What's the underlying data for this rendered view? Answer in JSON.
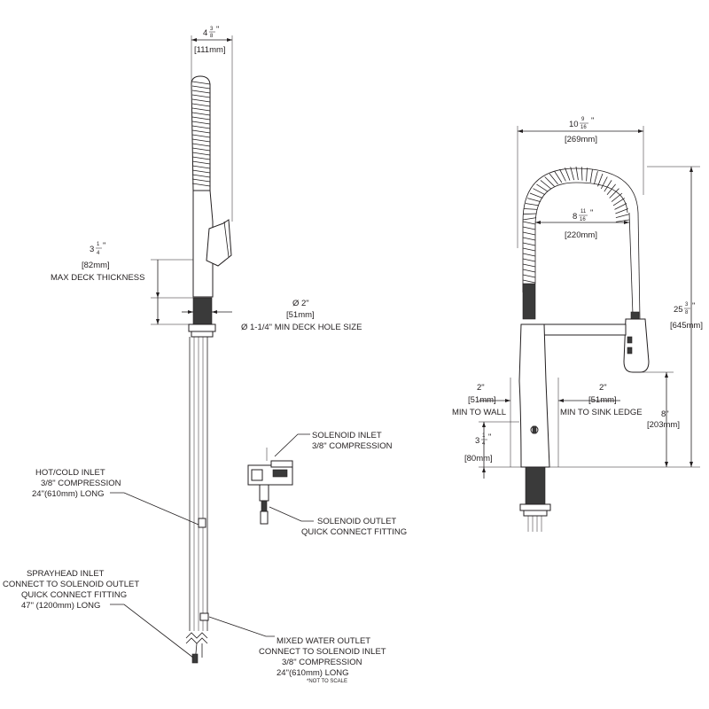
{
  "side_view": {
    "top_width_in": {
      "whole": "4",
      "num": "3",
      "den": "8",
      "quote": "\""
    },
    "top_width_mm": "[111mm]",
    "deck_thickness_in": {
      "whole": "3",
      "num": "1",
      "den": "4",
      "quote": "\""
    },
    "deck_thickness_mm": "[82mm]",
    "deck_thickness_label": "MAX DECK THICKNESS",
    "hole_dia_in": "Ø 2\"",
    "hole_dia_mm": "[51mm]",
    "min_hole_label": "Ø 1-1/4\" MIN DECK HOLE SIZE",
    "hot_cold_inlet": [
      "HOT/COLD INLET",
      "3/8\" COMPRESSION",
      "24\"(610mm) LONG"
    ],
    "sprayhead_inlet": [
      "SPRAYHEAD INLET",
      "CONNECT TO SOLENOID OUTLET",
      "QUICK CONNECT FITTING",
      "47\" (1200mm) LONG"
    ],
    "mixed_water_outlet": [
      "MIXED WATER OUTLET",
      "CONNECT TO SOLENOID INLET",
      "3/8\" COMPRESSION",
      "24\"(610mm) LONG"
    ],
    "not_to_scale": "*NOT TO SCALE"
  },
  "solenoid": {
    "inlet": [
      "SOLENOID INLET",
      "3/8\" COMPRESSION"
    ],
    "outlet": [
      "SOLENOID OUTLET",
      "QUICK CONNECT FITTING"
    ]
  },
  "front_view": {
    "overall_width_in": {
      "whole": "10",
      "num": "9",
      "den": "16",
      "quote": "\""
    },
    "overall_width_mm": "[269mm]",
    "inner_width_in": {
      "whole": "8",
      "num": "11",
      "den": "16",
      "quote": "\""
    },
    "inner_width_mm": "[220mm]",
    "height_in": {
      "whole": "25",
      "num": "3",
      "den": "8",
      "quote": "\""
    },
    "height_mm": "[645mm]",
    "wall_in": "2\"",
    "wall_mm": "[51mm]",
    "wall_label": "MIN TO WALL",
    "ledge_in": "2\"",
    "ledge_mm": "[51mm]",
    "ledge_label": "MIN TO SINK LEDGE",
    "spout_height_in": "8\"",
    "spout_height_mm": "[203mm]",
    "base_in": {
      "whole": "3",
      "num": "1",
      "den": "4",
      "quote": "\""
    },
    "base_mm": "[80mm]"
  },
  "colors": {
    "line": "#231f20",
    "dark": "#3a3a3a"
  }
}
